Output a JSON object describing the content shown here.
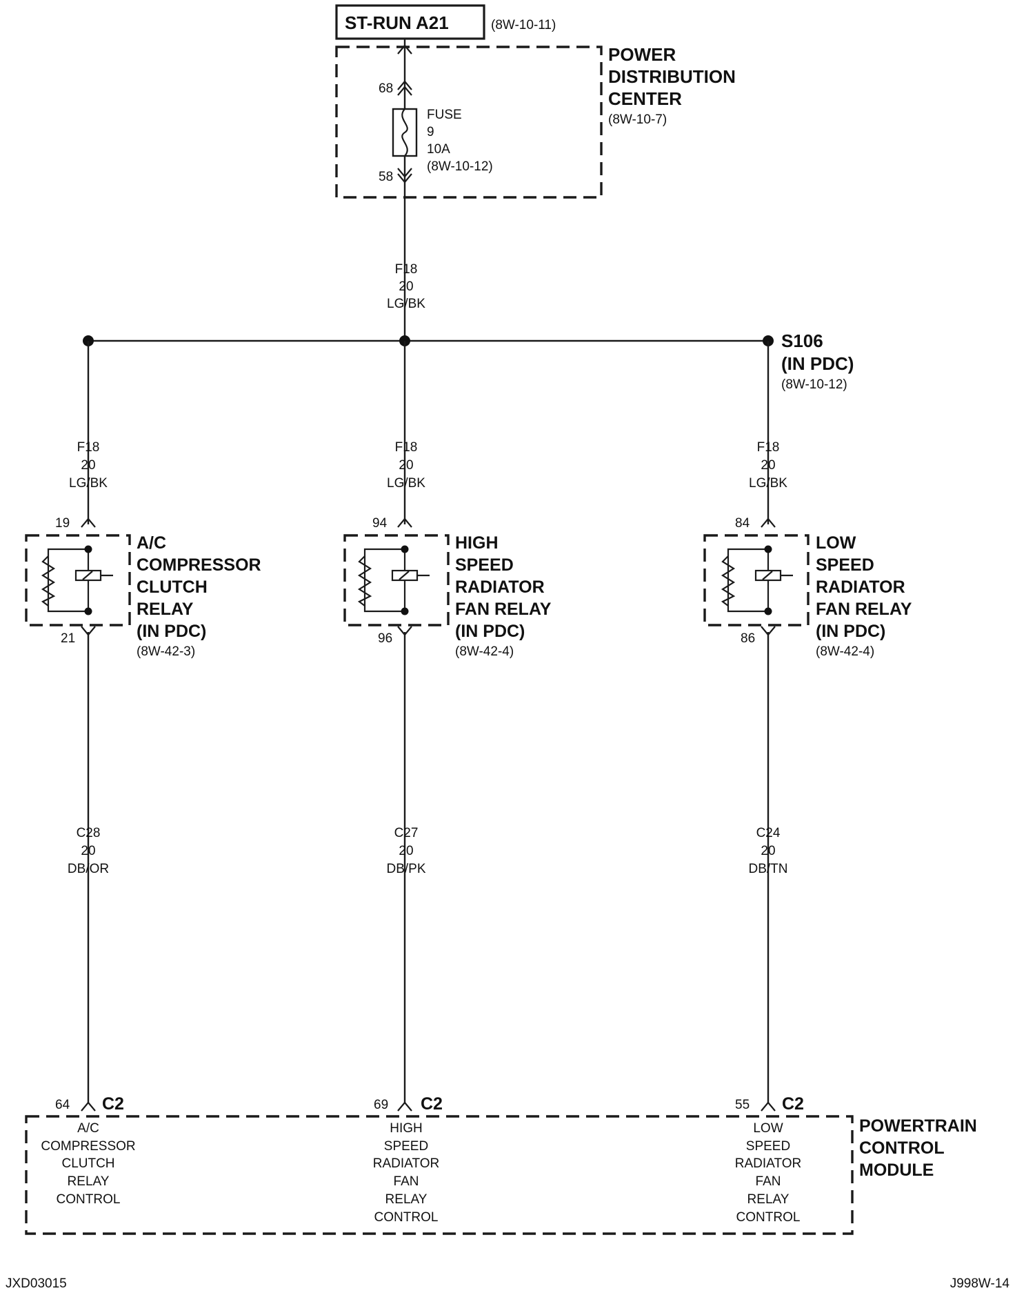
{
  "source": {
    "label": "ST-RUN A21",
    "ref": "(8W-10-11)"
  },
  "pdc": {
    "lines": [
      "POWER",
      "DISTRIBUTION",
      "CENTER"
    ],
    "ref": "(8W-10-7)",
    "fuse": {
      "lines": [
        "FUSE",
        "9",
        "10A",
        "(8W-10-12)"
      ],
      "pin_in": "68",
      "pin_out": "58"
    }
  },
  "feed_wire": [
    "F18",
    "20",
    "LG/BK"
  ],
  "splice": {
    "id": "S106",
    "loc": "(IN PDC)",
    "ref": "(8W-10-12)"
  },
  "branches": [
    {
      "upper_wire": [
        "F18",
        "20",
        "LG/BK"
      ],
      "relay_pin_in": "19",
      "relay_pin_out": "21",
      "relay_lines": [
        "A/C",
        "COMPRESSOR",
        "CLUTCH",
        "RELAY",
        "(IN PDC)"
      ],
      "relay_ref": "(8W-42-3)",
      "lower_wire": [
        "C28",
        "20",
        "DB/OR"
      ],
      "pcm_pin": "64",
      "connector": "C2",
      "pcm_lines": [
        "A/C",
        "COMPRESSOR",
        "CLUTCH",
        "RELAY",
        "CONTROL"
      ]
    },
    {
      "upper_wire": [
        "F18",
        "20",
        "LG/BK"
      ],
      "relay_pin_in": "94",
      "relay_pin_out": "96",
      "relay_lines": [
        "HIGH",
        "SPEED",
        "RADIATOR",
        "FAN RELAY",
        "(IN PDC)"
      ],
      "relay_ref": "(8W-42-4)",
      "lower_wire": [
        "C27",
        "20",
        "DB/PK"
      ],
      "pcm_pin": "69",
      "connector": "C2",
      "pcm_lines": [
        "HIGH",
        "SPEED",
        "RADIATOR",
        "FAN",
        "RELAY",
        "CONTROL"
      ]
    },
    {
      "upper_wire": [
        "F18",
        "20",
        "LG/BK"
      ],
      "relay_pin_in": "84",
      "relay_pin_out": "86",
      "relay_lines": [
        "LOW",
        "SPEED",
        "RADIATOR",
        "FAN RELAY",
        "(IN PDC)"
      ],
      "relay_ref": "(8W-42-4)",
      "lower_wire": [
        "C24",
        "20",
        "DB/TN"
      ],
      "pcm_pin": "55",
      "connector": "C2",
      "pcm_lines": [
        "LOW",
        "SPEED",
        "RADIATOR",
        "FAN",
        "RELAY",
        "CONTROL"
      ]
    }
  ],
  "pcm": {
    "lines": [
      "POWERTRAIN",
      "CONTROL",
      "MODULE"
    ]
  },
  "footer": {
    "left": "JXD03015",
    "right": "J998W-14"
  }
}
